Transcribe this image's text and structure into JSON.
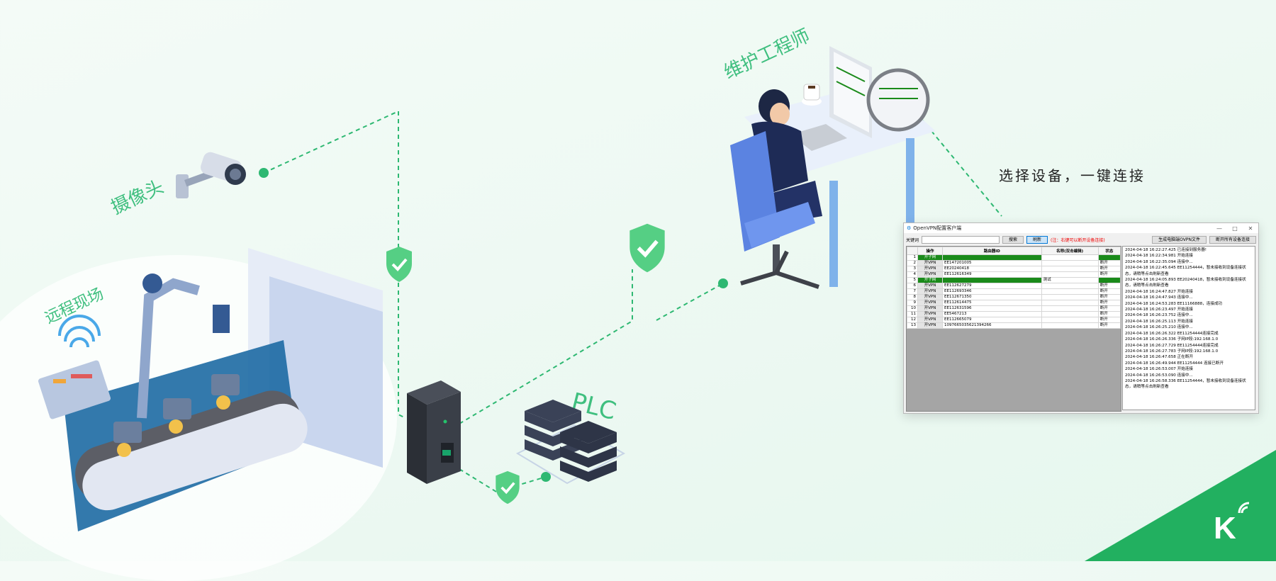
{
  "labels": {
    "camera": "摄像头",
    "remote_site": "远程现场",
    "engineer": "维护工程师",
    "plc": "PLC",
    "slogan": "选择设备，一键连接"
  },
  "colors": {
    "accent": "#3fbf7f",
    "line": "#2eb872",
    "brand_green": "#22b060"
  },
  "app": {
    "title": "OpenVPN配置客户端",
    "window_controls": [
      "—",
      "□",
      "✕"
    ],
    "keyword_label": "关键词",
    "search_btn": "搜索",
    "refresh_btn": "刷新",
    "note": "(注：右键可以断开设备连接)",
    "gen_btn": "生成电脑端OVPN文件",
    "disconnect_all_btn": "断开所有设备连接",
    "columns": [
      "",
      "操作",
      "路由器ID",
      "名称(双击编辑)",
      "状态"
    ],
    "rows": [
      {
        "idx": "1",
        "op": "开子网",
        "id": "",
        "name": "",
        "status": "",
        "hl": true
      },
      {
        "idx": "2",
        "op": "开VPN",
        "id": "EE147201005",
        "name": "",
        "status": "断开"
      },
      {
        "idx": "3",
        "op": "开VPN",
        "id": "EE20240418",
        "name": "",
        "status": "断开"
      },
      {
        "idx": "4",
        "op": "开VPN",
        "id": "EE112616349",
        "name": "",
        "status": "断开"
      },
      {
        "idx": "5",
        "op": "开子网",
        "id": "",
        "name": "测试",
        "status": "",
        "hl": true
      },
      {
        "idx": "6",
        "op": "开VPN",
        "id": "EE112627279",
        "name": "",
        "status": "断开"
      },
      {
        "idx": "7",
        "op": "开VPN",
        "id": "EE112693346",
        "name": "",
        "status": "断开"
      },
      {
        "idx": "8",
        "op": "开VPN",
        "id": "EE112671350",
        "name": "",
        "status": "断开"
      },
      {
        "idx": "9",
        "op": "开VPN",
        "id": "EE112614475",
        "name": "",
        "status": "断开"
      },
      {
        "idx": "10",
        "op": "开VPN",
        "id": "EE112631596",
        "name": "",
        "status": "断开"
      },
      {
        "idx": "11",
        "op": "开VPN",
        "id": "EE5467213",
        "name": "",
        "status": "断开"
      },
      {
        "idx": "12",
        "op": "开VPN",
        "id": "EE112665079",
        "name": "",
        "status": "断开"
      },
      {
        "idx": "13",
        "op": "开VPN",
        "id": "10976650356213942​66",
        "name": "",
        "status": "断开"
      }
    ],
    "log": [
      "2024-04-18 16:22:27.425 已连接到服务器!",
      "2024-04-18 16:22:34.981 开始连接",
      "2024-04-18 16:22:35.094 连接中...",
      "2024-04-18 16:22:45.645 EE11254444，暂未接收到设备连接状态，请稍等点击刷新查看",
      "2024-04-18 16:24:05.893 EE20240418，暂未接收到设备连接状态，请稍等点击刷新查看",
      "2024-04-18 16:24:47.827 开始连接",
      "2024-04-18 16:24:47.943 连接中...",
      "2024-04-18 16:24:53.283 EE11166888，连接成功",
      "2024-04-18 16:26:23.497 开始连接",
      "2024-04-18 16:26:23.752 连接中...",
      "2024-04-18 16:26:25.113 开始连接",
      "2024-04-18 16:26:25.210 连接中...",
      "2024-04-18 16:26:26.322 EE11254444连接完成",
      "2024-04-18 16:26:26.336 子网IP段:192.168.1.0",
      "2024-04-18 16:26:27.729 EE11254444连接完成",
      "2024-04-18 16:26:27.783 子网IP段:192.168.1.0",
      "2024-04-18 16:26:47.658 正在断开",
      "2024-04-18 16:26:49.944 EE11254444 连接已断开",
      "2024-04-18 16:26:53.007 开始连接",
      "2024-04-18 16:26:53.090 连接中...",
      "2024-04-18 16:26:58.336 EE11254444，暂未接收到设备连接状态，请稍等点击刷新查看"
    ]
  }
}
